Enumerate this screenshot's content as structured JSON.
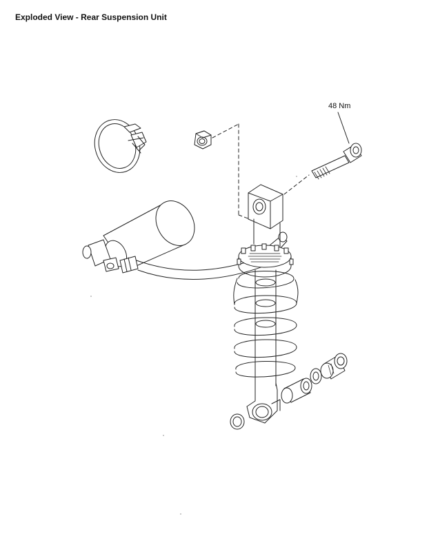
{
  "page": {
    "title": "Exploded View - Rear Suspension Unit"
  },
  "annotations": {
    "bolt_torque": "48 Nm"
  },
  "parts": [
    {
      "name": "hose-clip"
    },
    {
      "name": "nut"
    },
    {
      "name": "mounting-bolt"
    },
    {
      "name": "remote-reservoir"
    },
    {
      "name": "reservoir-hose"
    },
    {
      "name": "top-mount-eye"
    },
    {
      "name": "preload-collar"
    },
    {
      "name": "coil-spring"
    },
    {
      "name": "damper-body"
    },
    {
      "name": "bottom-mount-eye"
    },
    {
      "name": "washer-left"
    },
    {
      "name": "spacer"
    },
    {
      "name": "washer-right"
    },
    {
      "name": "bearing-bush"
    }
  ],
  "colors": {
    "line": "#222222",
    "background": "#ffffff"
  }
}
